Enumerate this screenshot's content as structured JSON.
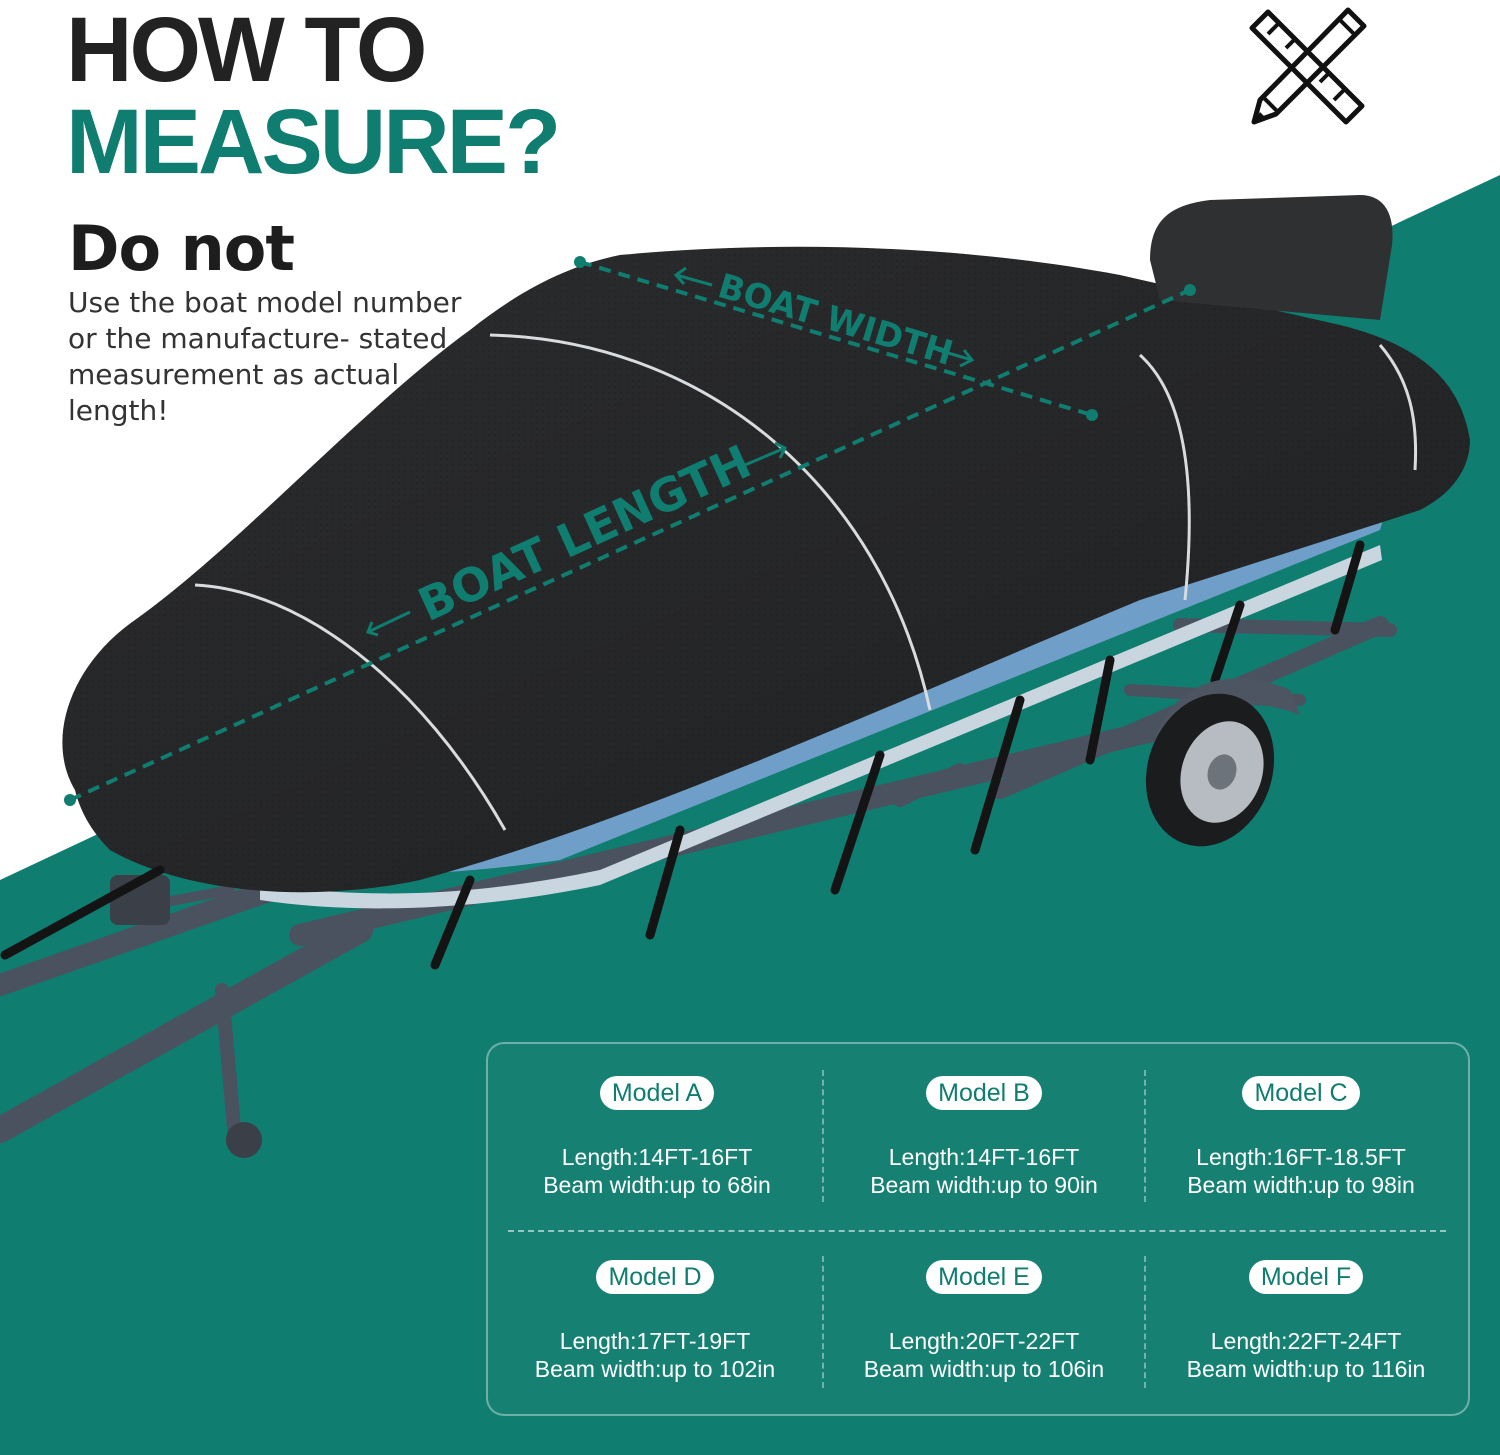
{
  "headline": {
    "line1": "HOW TO",
    "line2": "MEASURE?"
  },
  "notice": {
    "heading": "Do not",
    "text": "Use the boat model number or the manufacture- stated measurement as actual length!"
  },
  "diagram": {
    "width_label": "BOAT WIDTH",
    "length_label": "BOAT LENGTH"
  },
  "icon": "ruler-pencil-icon",
  "colors": {
    "teal": "#0f7d6f",
    "dark_text": "#222222",
    "cover": "#2b2c2e",
    "hull": "#6f9fc8",
    "trailer": "#4a5260"
  },
  "models": [
    {
      "name": "Model A",
      "length": "Length:14FT-16FT",
      "beam": "Beam width:up to 68in"
    },
    {
      "name": "Model B",
      "length": "Length:14FT-16FT",
      "beam": "Beam width:up to 90in"
    },
    {
      "name": "Model C",
      "length": "Length:16FT-18.5FT",
      "beam": "Beam width:up to 98in"
    },
    {
      "name": "Model D",
      "length": "Length:17FT-19FT",
      "beam": "Beam width:up to 102in"
    },
    {
      "name": "Model E",
      "length": "Length:20FT-22FT",
      "beam": "Beam width:up to 106in"
    },
    {
      "name": "Model F",
      "length": "Length:22FT-24FT",
      "beam": "Beam width:up to 116in"
    }
  ]
}
